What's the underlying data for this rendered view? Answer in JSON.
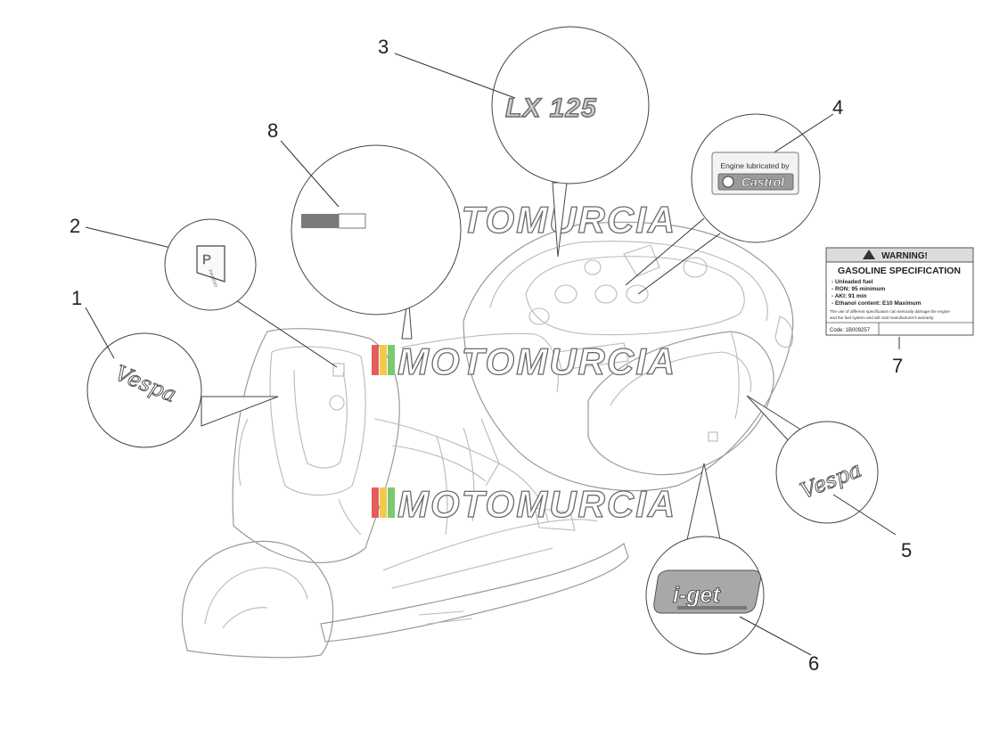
{
  "callouts": [
    {
      "number": "1"
    },
    {
      "number": "2"
    },
    {
      "number": "3"
    },
    {
      "number": "4"
    },
    {
      "number": "5"
    },
    {
      "number": "6"
    },
    {
      "number": "7"
    },
    {
      "number": "8"
    }
  ],
  "badges": {
    "lx_model": "LX 125",
    "vespa_script": "Vespa",
    "iget_logo": "i-get"
  },
  "castrol_label": {
    "line1": "Engine lubricated by",
    "brand": "Castrol"
  },
  "warning_label": {
    "header": "WARNING!",
    "title": "GASOLINE SPECIFICATION",
    "items": [
      "- Unleaded fuel",
      "- RON: 95 minimum",
      "- AKI: 91 min",
      "- Ethanol content: E10 Maximum"
    ],
    "note_line1": "The use of different specification can seriously damage the engine",
    "note_line2": "and the fuel system and will void manufacturer's warranty",
    "code": "Code: 1B009257"
  },
  "watermark": {
    "text": "MOTOMURCIA",
    "stripe_colors": [
      "#e35d5d",
      "#f2c94c",
      "#7bc96f"
    ]
  },
  "colors": {
    "line": "#333333",
    "scooter_outline": "#b9b9b9",
    "badge_gray": "#8a8a8a"
  }
}
